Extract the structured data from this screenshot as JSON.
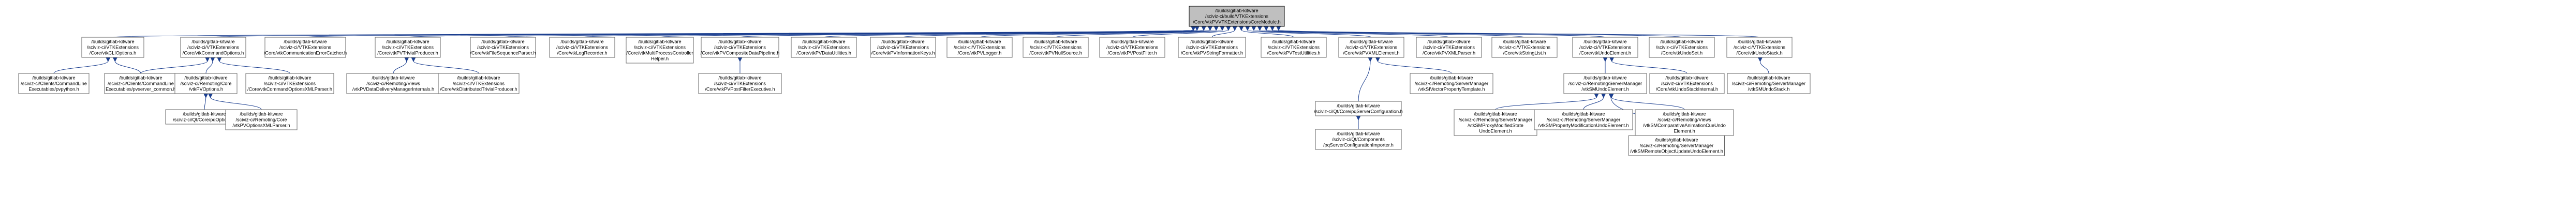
{
  "nodes": [
    {
      "id": "root",
      "lines": [
        "/builds/gitlab-kitware",
        "/sciviz-ci/build/VTKExtensions",
        "/Core/vtkPVVTKExtensionsCoreModule.h"
      ]
    },
    {
      "id": "n1",
      "lines": [
        "/builds/gitlab-kitware",
        "/sciviz-ci/VTKExtensions",
        "/Core/vtkCLIOptions.h"
      ]
    },
    {
      "id": "n2",
      "lines": [
        "/builds/gitlab-kitware",
        "/sciviz-ci/VTKExtensions",
        "/Core/vtkCommandOptions.h"
      ]
    },
    {
      "id": "n3",
      "lines": [
        "/builds/gitlab-kitware",
        "/sciviz-ci/VTKExtensions",
        "/Core/vtkCommunicationErrorCatcher.h"
      ]
    },
    {
      "id": "n4",
      "lines": [
        "/builds/gitlab-kitware",
        "/sciviz-ci/VTKExtensions",
        "/Core/vtkPVTrivialProducer.h"
      ]
    },
    {
      "id": "n5",
      "lines": [
        "/builds/gitlab-kitware",
        "/sciviz-ci/VTKExtensions",
        "/Core/vtkFileSequenceParser.h"
      ]
    },
    {
      "id": "n6",
      "lines": [
        "/builds/gitlab-kitware",
        "/sciviz-ci/VTKExtensions",
        "/Core/vtkLogRecorder.h"
      ]
    },
    {
      "id": "n7",
      "lines": [
        "/builds/gitlab-kitware",
        "/sciviz-ci/VTKExtensions",
        "/Core/vtkMultiProcessController",
        "Helper.h"
      ]
    },
    {
      "id": "n8",
      "lines": [
        "/builds/gitlab-kitware",
        "/sciviz-ci/VTKExtensions",
        "/Core/vtkPVCompositeDataPipeline.h"
      ]
    },
    {
      "id": "n9",
      "lines": [
        "/builds/gitlab-kitware",
        "/sciviz-ci/VTKExtensions",
        "/Core/vtkPVDataUtilities.h"
      ]
    },
    {
      "id": "n10",
      "lines": [
        "/builds/gitlab-kitware",
        "/sciviz-ci/VTKExtensions",
        "/Core/vtkPVInformationKeys.h"
      ]
    },
    {
      "id": "n11",
      "lines": [
        "/builds/gitlab-kitware",
        "/sciviz-ci/VTKExtensions",
        "/Core/vtkPVLogger.h"
      ]
    },
    {
      "id": "n12",
      "lines": [
        "/builds/gitlab-kitware",
        "/sciviz-ci/VTKExtensions",
        "/Core/vtkPVNullSource.h"
      ]
    },
    {
      "id": "n13",
      "lines": [
        "/builds/gitlab-kitware",
        "/sciviz-ci/VTKExtensions",
        "/Core/vtkPVPostFilter.h"
      ]
    },
    {
      "id": "n14",
      "lines": [
        "/builds/gitlab-kitware",
        "/sciviz-ci/VTKExtensions",
        "/Core/vtkPVStringFormatter.h"
      ]
    },
    {
      "id": "n15",
      "lines": [
        "/builds/gitlab-kitware",
        "/sciviz-ci/VTKExtensions",
        "/Core/vtkPVTestUtilities.h"
      ]
    },
    {
      "id": "n16",
      "lines": [
        "/builds/gitlab-kitware",
        "/sciviz-ci/VTKExtensions",
        "/Core/vtkPVXMLElement.h"
      ]
    },
    {
      "id": "n17",
      "lines": [
        "/builds/gitlab-kitware",
        "/sciviz-ci/VTKExtensions",
        "/Core/vtkPVXMLParser.h"
      ]
    },
    {
      "id": "n18",
      "lines": [
        "/builds/gitlab-kitware",
        "/sciviz-ci/VTKExtensions",
        "/Core/vtkStringList.h"
      ]
    },
    {
      "id": "n19",
      "lines": [
        "/builds/gitlab-kitware",
        "/sciviz-ci/VTKExtensions",
        "/Core/vtkUndoElement.h"
      ]
    },
    {
      "id": "n20",
      "lines": [
        "/builds/gitlab-kitware",
        "/sciviz-ci/VTKExtensions",
        "/Core/vtkUndoSet.h"
      ]
    },
    {
      "id": "n21",
      "lines": [
        "/builds/gitlab-kitware",
        "/sciviz-ci/VTKExtensions",
        "/Core/vtkUndoStack.h"
      ]
    },
    {
      "id": "m1",
      "lines": [
        "/builds/gitlab-kitware",
        "/sciviz-ci/Clients/CommandLine",
        "Executables/pvpython.h"
      ]
    },
    {
      "id": "m2",
      "lines": [
        "/builds/gitlab-kitware",
        "/sciviz-ci/Clients/CommandLine",
        "Executables/pvserver_common.h"
      ]
    },
    {
      "id": "m3",
      "lines": [
        "/builds/gitlab-kitware",
        "/sciviz-ci/Remoting/Core",
        "/vtkPVOptions.h"
      ]
    },
    {
      "id": "m4",
      "lines": [
        "/builds/gitlab-kitware",
        "/sciviz-ci/VTKExtensions",
        "/Core/vtkCommandOptionsXMLParser.h"
      ]
    },
    {
      "id": "m5",
      "lines": [
        "/builds/gitlab-kitware",
        "/sciviz-ci/Remoting/Views",
        "/vtkPVDataDeliveryManagerInternals.h"
      ]
    },
    {
      "id": "m6",
      "lines": [
        "/builds/gitlab-kitware",
        "/sciviz-ci/VTKExtensions",
        "/Core/vtkDistributedTrivialProducer.h"
      ]
    },
    {
      "id": "m7",
      "lines": [
        "/builds/gitlab-kitware",
        "/sciviz-ci/VTKExtensions",
        "/Core/vtkPVPostFilterExecutive.h"
      ]
    },
    {
      "id": "m8",
      "lines": [
        "/builds/gitlab-kitware",
        "/sciviz-ci/Qt/Core/pqServerConfiguration.h"
      ]
    },
    {
      "id": "m9",
      "lines": [
        "/builds/gitlab-kitware",
        "/sciviz-ci/Remoting/ServerManager",
        "/vtkSIVectorPropertyTemplate.h"
      ]
    },
    {
      "id": "m10",
      "lines": [
        "/builds/gitlab-kitware",
        "/sciviz-ci/Remoting/ServerManager",
        "/vtkSMUndoElement.h"
      ]
    },
    {
      "id": "m11",
      "lines": [
        "/builds/gitlab-kitware",
        "/sciviz-ci/VTKExtensions",
        "/Core/vtkUndoStackInternal.h"
      ]
    },
    {
      "id": "m12",
      "lines": [
        "/builds/gitlab-kitware",
        "/sciviz-ci/Remoting/ServerManager",
        "/vtkSMUndoStack.h"
      ]
    },
    {
      "id": "b1",
      "lines": [
        "/builds/gitlab-kitware",
        "/sciviz-ci/Qt/Core/pqOptions.h"
      ]
    },
    {
      "id": "b2",
      "lines": [
        "/builds/gitlab-kitware",
        "/sciviz-ci/Remoting/Core",
        "/vtkPVOptionsXMLParser.h"
      ]
    },
    {
      "id": "b3",
      "lines": [
        "/builds/gitlab-kitware",
        "/sciviz-ci/Qt/Components",
        "/pqServerConfigurationImporter.h"
      ]
    },
    {
      "id": "b4",
      "lines": [
        "/builds/gitlab-kitware",
        "/sciviz-ci/Remoting/Views",
        "/vtkSMComparativeAnimationCueUndo",
        "Element.h"
      ]
    },
    {
      "id": "b5",
      "lines": [
        "/builds/gitlab-kitware",
        "/sciviz-ci/Remoting/ServerManager",
        "/vtkSMProxyModifiedState",
        "UndoElement.h"
      ]
    },
    {
      "id": "b6",
      "lines": [
        "/builds/gitlab-kitware",
        "/sciviz-ci/Remoting/ServerManager",
        "/vtkSMPropertyModificationUndoElement.h"
      ]
    },
    {
      "id": "b7",
      "lines": [
        "/builds/gitlab-kitware",
        "/sciviz-ci/Remoting/ServerManager",
        "/vtkSMRemoteObjectUpdateUndoElement.h"
      ]
    }
  ],
  "edges": [
    [
      "root",
      "n1"
    ],
    [
      "root",
      "n2"
    ],
    [
      "root",
      "n3"
    ],
    [
      "root",
      "n4"
    ],
    [
      "root",
      "n5"
    ],
    [
      "root",
      "n6"
    ],
    [
      "root",
      "n7"
    ],
    [
      "root",
      "n8"
    ],
    [
      "root",
      "n9"
    ],
    [
      "root",
      "n10"
    ],
    [
      "root",
      "n11"
    ],
    [
      "root",
      "n12"
    ],
    [
      "root",
      "n13"
    ],
    [
      "root",
      "n14"
    ],
    [
      "root",
      "n15"
    ],
    [
      "root",
      "n16"
    ],
    [
      "root",
      "n17"
    ],
    [
      "root",
      "n18"
    ],
    [
      "root",
      "n19"
    ],
    [
      "root",
      "n20"
    ],
    [
      "root",
      "n21"
    ],
    [
      "n1",
      "m1"
    ],
    [
      "n1",
      "m2"
    ],
    [
      "n2",
      "m3"
    ],
    [
      "n2",
      "m4"
    ],
    [
      "n2",
      "m2"
    ],
    [
      "n4",
      "m5"
    ],
    [
      "n4",
      "m6"
    ],
    [
      "n8",
      "m7"
    ],
    [
      "n16",
      "m8"
    ],
    [
      "n16",
      "m9"
    ],
    [
      "n19",
      "m10"
    ],
    [
      "n19",
      "m11"
    ],
    [
      "n21",
      "m12"
    ],
    [
      "m3",
      "b1"
    ],
    [
      "m3",
      "b2"
    ],
    [
      "m8",
      "b3"
    ],
    [
      "m10",
      "b4"
    ],
    [
      "m10",
      "b5"
    ],
    [
      "m10",
      "b6"
    ],
    [
      "m10",
      "b7"
    ]
  ]
}
